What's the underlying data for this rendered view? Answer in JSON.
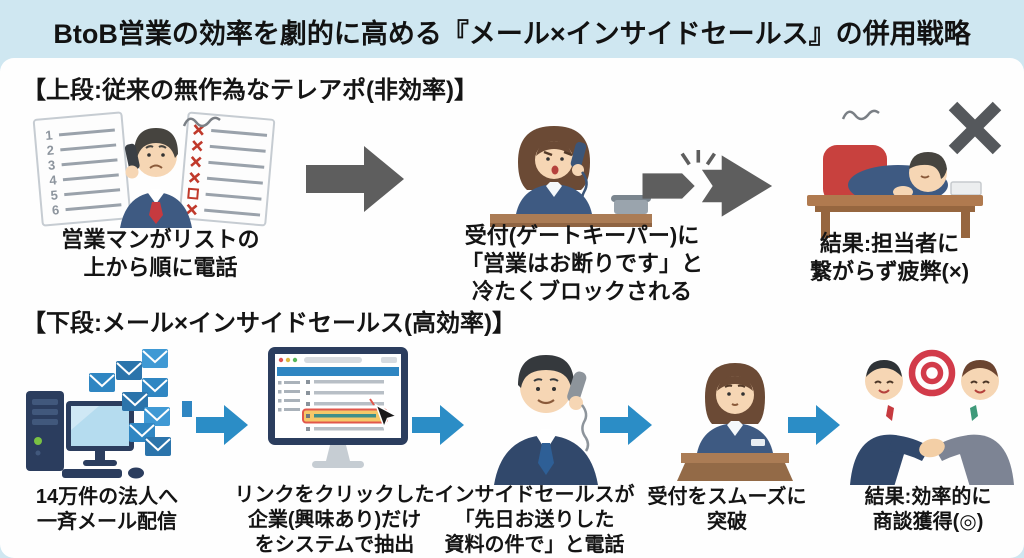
{
  "title": "BtoB営業の効率を劇的に高める『メール×インサイドセールス』の併用戦略",
  "colors": {
    "band_bg": "#cfe7f1",
    "card_bg": "#fefefe",
    "text": "#141414",
    "gray_arrow": "#5e5e5e",
    "blue_arrow": "#2b8dc6",
    "fail_red": "#c0392b",
    "success_red": "#d23b4a",
    "suit_navy": "#3e5a82",
    "desk_brown": "#ab7c55"
  },
  "icons": {
    "top_connector_1": "solid-gray-right-arrow",
    "top_connector_2": "broken-gray-right-arrow",
    "bottom_connectors": "blue-right-arrow",
    "failure_mark": "×",
    "success_mark": "◎"
  },
  "top_section": {
    "heading": "【上段:従来の無作為なテレアポ(非効率)】",
    "steps": [
      {
        "illustration": "salesman-calling-from-list",
        "list_numbers": [
          "1",
          "2",
          "3",
          "4",
          "5",
          "6"
        ],
        "caption": "営業マンがリストの\n上から順に電話"
      },
      {
        "illustration": "receptionist-gatekeeper-blocking",
        "caption": "受付(ゲートキーパー)に\n「営業はお断りです」と\n冷たくブロックされる"
      },
      {
        "illustration": "exhausted-salesman-at-desk",
        "badge": "×",
        "caption": "結果:担当者に\n繋がらず疲弊(×)"
      }
    ]
  },
  "bottom_section": {
    "heading": "【下段:メール×インサイドセールス(高効率)】",
    "steps": [
      {
        "illustration": "bulk-email-from-computer",
        "caption": "14万件の法人へ\n一斉メール配信"
      },
      {
        "illustration": "system-extracting-clicked-companies",
        "caption": "リンクをクリックした\n企業(興味あり)だけ\nをシステムで抽出"
      },
      {
        "illustration": "inside-sales-phone-call",
        "caption": "インサイドセールスが\n「先日お送りした\n資料の件で」と電話"
      },
      {
        "illustration": "reception-smooth-pass",
        "caption": "受付をスムーズに\n突破"
      },
      {
        "illustration": "handshake-deal-won",
        "badge": "◎",
        "caption": "結果:効率的に\n商談獲得(◎)"
      }
    ]
  }
}
